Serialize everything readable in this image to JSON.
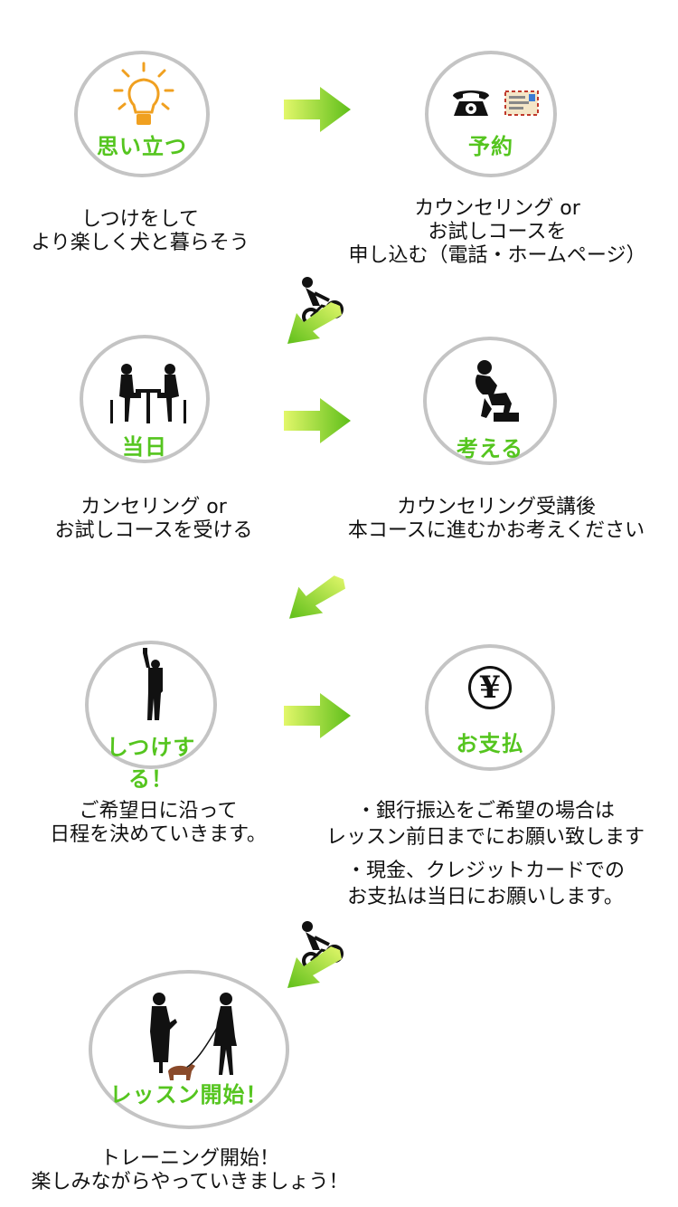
{
  "steps": [
    {
      "label": "思い立つ",
      "icon": "lightbulb-icon",
      "desc": [
        "しつけをして",
        "より楽しく犬と暮らそう"
      ]
    },
    {
      "label": "予約",
      "icon": "phone-mail-icon",
      "desc": [
        "カウンセリング or",
        "お試しコースを",
        "申し込む（電話・ホームページ）"
      ]
    },
    {
      "label": "当日",
      "icon": "meeting-icon",
      "desc": [
        "カンセリング or",
        "お試しコースを受ける"
      ]
    },
    {
      "label": "考える",
      "icon": "thinker-icon",
      "desc": [
        "カウンセリング受講後",
        "本コースに進むかお考えください"
      ]
    },
    {
      "label": "しつけする！",
      "icon": "raised-fist-icon",
      "desc": [
        "ご希望日に沿って",
        "日程を決めていきます。"
      ]
    },
    {
      "label": "お支払",
      "icon": "yen-icon",
      "yen_symbol": "¥",
      "desc": [
        "・銀行振込をご希望の場合は",
        "レッスン前日までにお願い致します",
        "・現金、クレジットカードでの",
        "お支払は当日にお願いします。"
      ]
    },
    {
      "label": "レッスン開始！",
      "icon": "dog-walk-icon",
      "desc": [
        "トレーニング開始！",
        "楽しみながらやっていきましょう！"
      ]
    }
  ],
  "colors": {
    "accent": "#55c51f",
    "circle_border": "#c4c4c4",
    "arrow_light": "#d8f25a",
    "arrow_dark": "#5fbf1a"
  }
}
